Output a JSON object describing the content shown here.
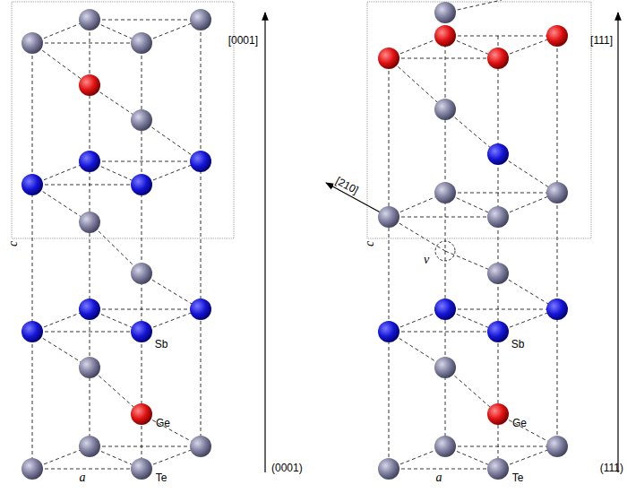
{
  "diagram": {
    "labels": [
      "[0001]",
      "[111]",
      "[210]",
      "c",
      "c",
      "v",
      "Sb",
      "Sb",
      "Ge",
      "Ge",
      "(0001)",
      "(111)",
      "a",
      "Te",
      "a",
      "Te"
    ]
  }
}
